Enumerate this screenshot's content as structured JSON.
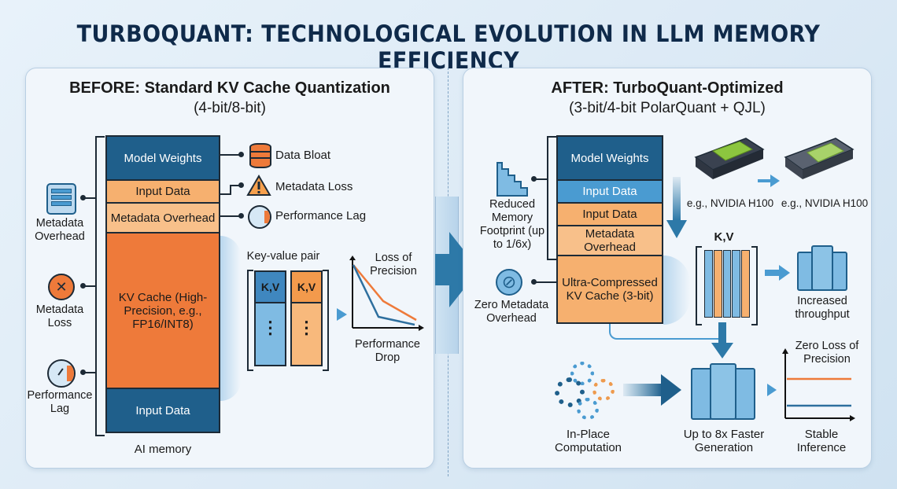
{
  "title": "TURBOQUANT: TECHNOLOGICAL EVOLUTION IN LLM MEMORY EFFICIENCY",
  "before": {
    "title": "BEFORE: Standard KV Cache Quantization",
    "subtitle": "(4-bit/8-bit)",
    "stack": [
      "Model Weights",
      "Input Data",
      "Metadata Overhead",
      "KV Cache (High-Precision, e.g., FP16/INT8)",
      "Input Data"
    ],
    "stack_caption": "AI memory",
    "left_labels": [
      "Metadata Overhead",
      "Metadata Loss",
      "Performance Lag"
    ],
    "right_labels": [
      "Data Bloat",
      "Metadata Loss",
      "Performance Lag"
    ],
    "kv_title": "Key-value pair",
    "kv_cells": [
      "K,V",
      "K,V"
    ],
    "kv_dots": "⋮",
    "chart_top": "Loss of Precision",
    "chart_bottom": "Performance Drop"
  },
  "after": {
    "title": "AFTER: TurboQuant-Optimized",
    "subtitle": "(3-bit/4-bit PolarQuant + QJL)",
    "stack": [
      "Model Weights",
      "Input Data",
      "Input Data",
      "Metadata Overhead",
      "Ultra-Compressed KV Cache (3-bit)"
    ],
    "left_labels": [
      "Reduced Memory Footprint (up to 1/6x)",
      "Zero Metadata Overhead"
    ],
    "gpu_labels": [
      "e.g., NVIDIA H100",
      "e.g., NVIDIA H100"
    ],
    "kv_title": "K,V",
    "throughput": "Increased throughput",
    "inplace": "In-Place Computation",
    "faster": "Up to 8x Faster Generation",
    "chart_top": "Zero Loss of Precision",
    "chart_bottom": "Stable Inference"
  },
  "colors": {
    "navy": "#1f5f8b",
    "orange": "#ee7a3a",
    "light_orange": "#f6b06f",
    "blue": "#4a9bd1"
  }
}
